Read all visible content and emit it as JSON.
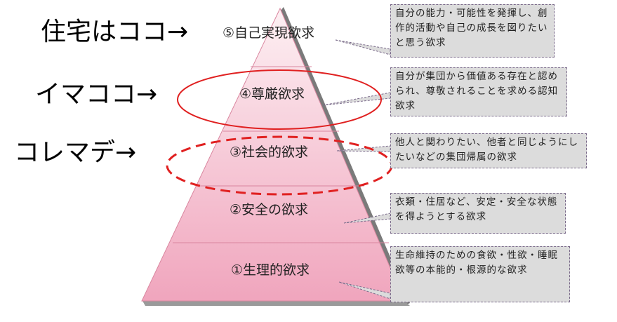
{
  "side_labels": {
    "level5": "住宅はココ→",
    "level4": "イマココ→",
    "level3": "コレマデ→"
  },
  "pyramid": {
    "levels": [
      {
        "label": "⑤自己実現欲求",
        "description": "自分の能力・可能性を発揮し、創作的活動や自己の成長を図りたいと思う欲求"
      },
      {
        "label": "④尊厳欲求",
        "description": "自分が集団から価値ある存在と認められ、尊敬されることを求める認知欲求"
      },
      {
        "label": "③社会的欲求",
        "description": "他人と関わりたい、他者と同じようにしたいなどの集団帰属の欲求"
      },
      {
        "label": "②安全の欲求",
        "description": "衣類・住居など、安定・安全な状態を得ようとする欲求"
      },
      {
        "label": "①生理的欲求",
        "description": "生命維持のための食欲・性欲・睡眠欲等の本能的・根源的な欲求"
      }
    ]
  },
  "colors": {
    "pyramid_top": "#fdf0f3",
    "pyramid_bottom": "#f0a5bd",
    "callout_bg": "#dcdcdc",
    "solid_ellipse": "#e02020",
    "dashed_ellipse": "#e02020"
  }
}
